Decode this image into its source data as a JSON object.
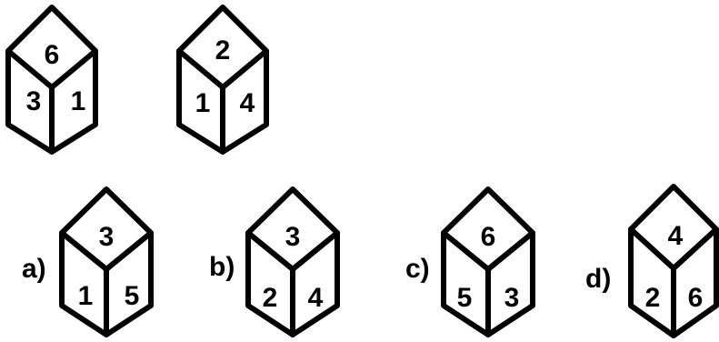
{
  "given_cubes": [
    {
      "top": "6",
      "left": "3",
      "right": "1"
    },
    {
      "top": "2",
      "left": "1",
      "right": "4"
    }
  ],
  "options": [
    {
      "label": "a)",
      "top": "3",
      "left": "1",
      "right": "5"
    },
    {
      "label": "b)",
      "top": "3",
      "left": "2",
      "right": "4"
    },
    {
      "label": "c)",
      "top": "6",
      "left": "5",
      "right": "3"
    },
    {
      "label": "d)",
      "top": "4",
      "left": "2",
      "right": "6"
    }
  ],
  "colors": {
    "stroke": "#000000",
    "background": "#ffffff"
  }
}
